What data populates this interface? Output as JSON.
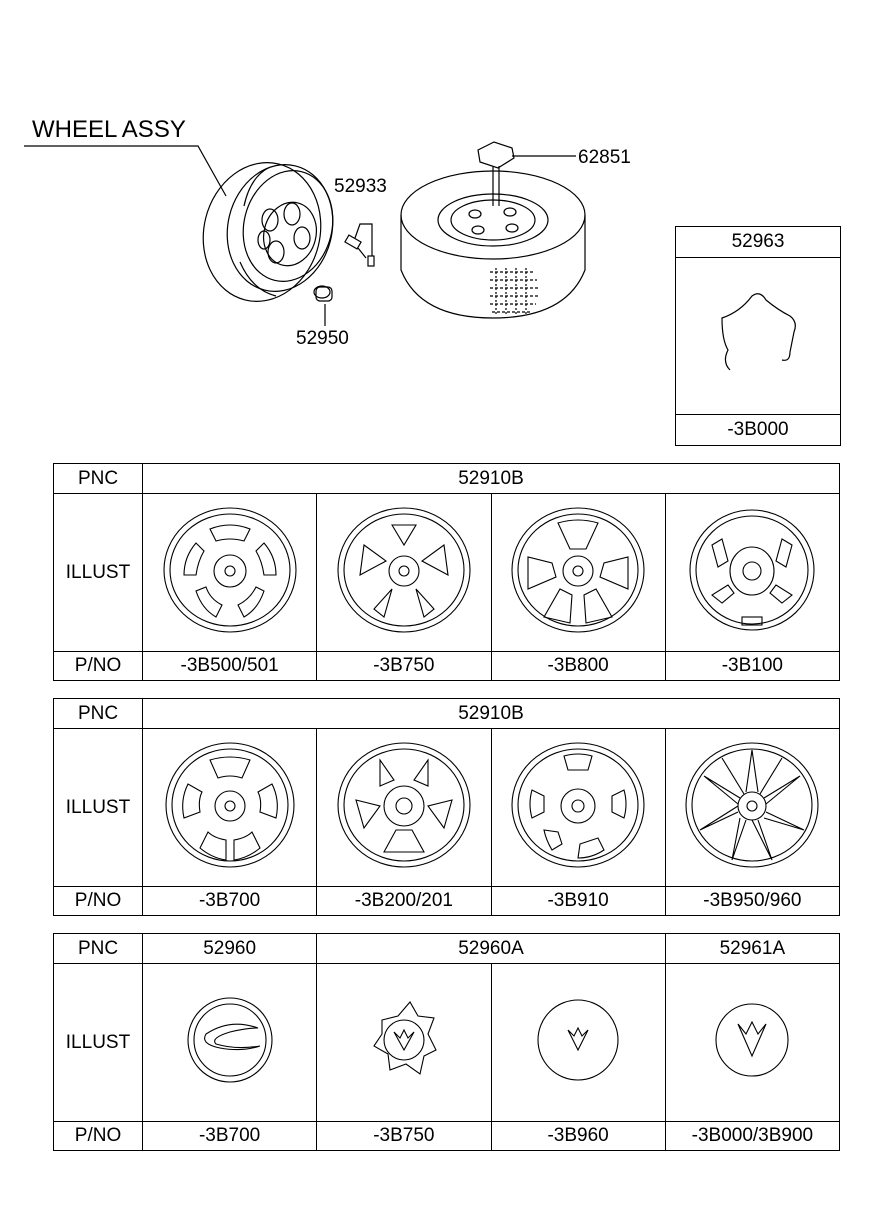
{
  "diagram": {
    "title": "WHEEL ASSY",
    "callouts": {
      "c52933": "52933",
      "c62851": "62851",
      "c52950": "52950"
    },
    "box": {
      "pnc": "52963",
      "pno": "-3B000"
    }
  },
  "tables": [
    {
      "pnc_label": "PNC",
      "illust_label": "ILLUST",
      "pno_label": "P/NO",
      "pnc_cells": [
        "52910B"
      ],
      "pnos": [
        "-3B500/501",
        "-3B750",
        "-3B800",
        "-3B100"
      ]
    },
    {
      "pnc_label": "PNC",
      "illust_label": "ILLUST",
      "pno_label": "P/NO",
      "pnc_cells": [
        "52910B"
      ],
      "pnos": [
        "-3B700",
        "-3B200/201",
        "-3B910",
        "-3B950/960"
      ]
    },
    {
      "pnc_label": "PNC",
      "illust_label": "ILLUST",
      "pno_label": "P/NO",
      "pnc_cells": [
        "52960",
        "52960A",
        "52961A"
      ],
      "pnos": [
        "-3B700",
        "-3B750",
        "-3B960",
        "-3B000/3B900"
      ]
    }
  ]
}
